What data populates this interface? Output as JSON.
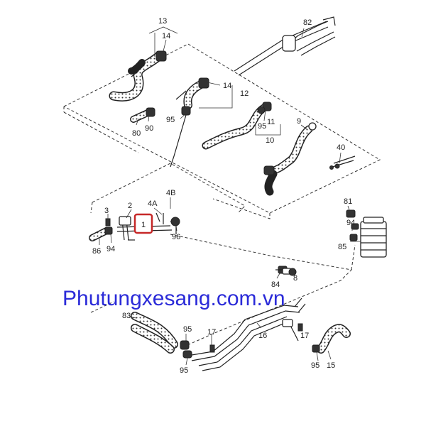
{
  "watermark": "Phutungxesang.com.vn",
  "highlight_color": "#c62828",
  "watermark_color": "#2b2bd8",
  "callouts": {
    "c13": "13",
    "c14a": "14",
    "c82": "82",
    "c14b": "14",
    "c12": "12",
    "c95a": "95",
    "c95b": "95",
    "c11": "11",
    "c10": "10",
    "c9": "9",
    "c80": "80",
    "c90": "90",
    "c40": "40",
    "c2": "2",
    "c4A": "4A",
    "c4B": "4B",
    "c3": "3",
    "c1": "1",
    "c96": "96",
    "c86": "86",
    "c94a": "94",
    "c81": "81",
    "c94b": "94",
    "c85": "85",
    "c84": "84",
    "c83": "83",
    "c95c": "95",
    "c17a": "17",
    "c16": "16",
    "c17b": "17",
    "c95d": "95",
    "c95e": "95",
    "c15": "15",
    "c8": "8"
  }
}
